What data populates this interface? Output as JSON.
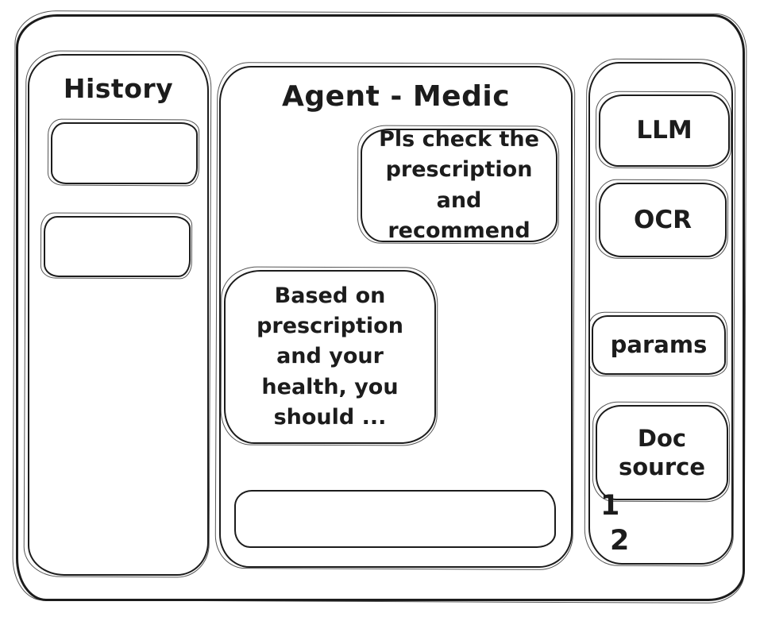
{
  "window": {
    "background_color": "#ffffff",
    "ink_color": "#1c1c1c"
  },
  "history": {
    "title": "History",
    "items": [
      {
        "label": ""
      },
      {
        "label": ""
      }
    ]
  },
  "chat": {
    "title": "Agent - Medic",
    "messages": [
      {
        "role": "user",
        "text": "Pls check the\nprescription\nand recommend"
      },
      {
        "role": "assistant",
        "text": "Based on\nprescription\nand your\nhealth, you\nshould ..."
      }
    ],
    "input": {
      "value": "",
      "placeholder": ""
    }
  },
  "tools": {
    "buttons": [
      {
        "id": "llm",
        "label": "LLM"
      },
      {
        "id": "ocr",
        "label": "OCR"
      },
      {
        "id": "params",
        "label": "params"
      },
      {
        "id": "doc-source",
        "label": "Doc source"
      }
    ],
    "doc_sources": [
      "1",
      "2"
    ]
  }
}
